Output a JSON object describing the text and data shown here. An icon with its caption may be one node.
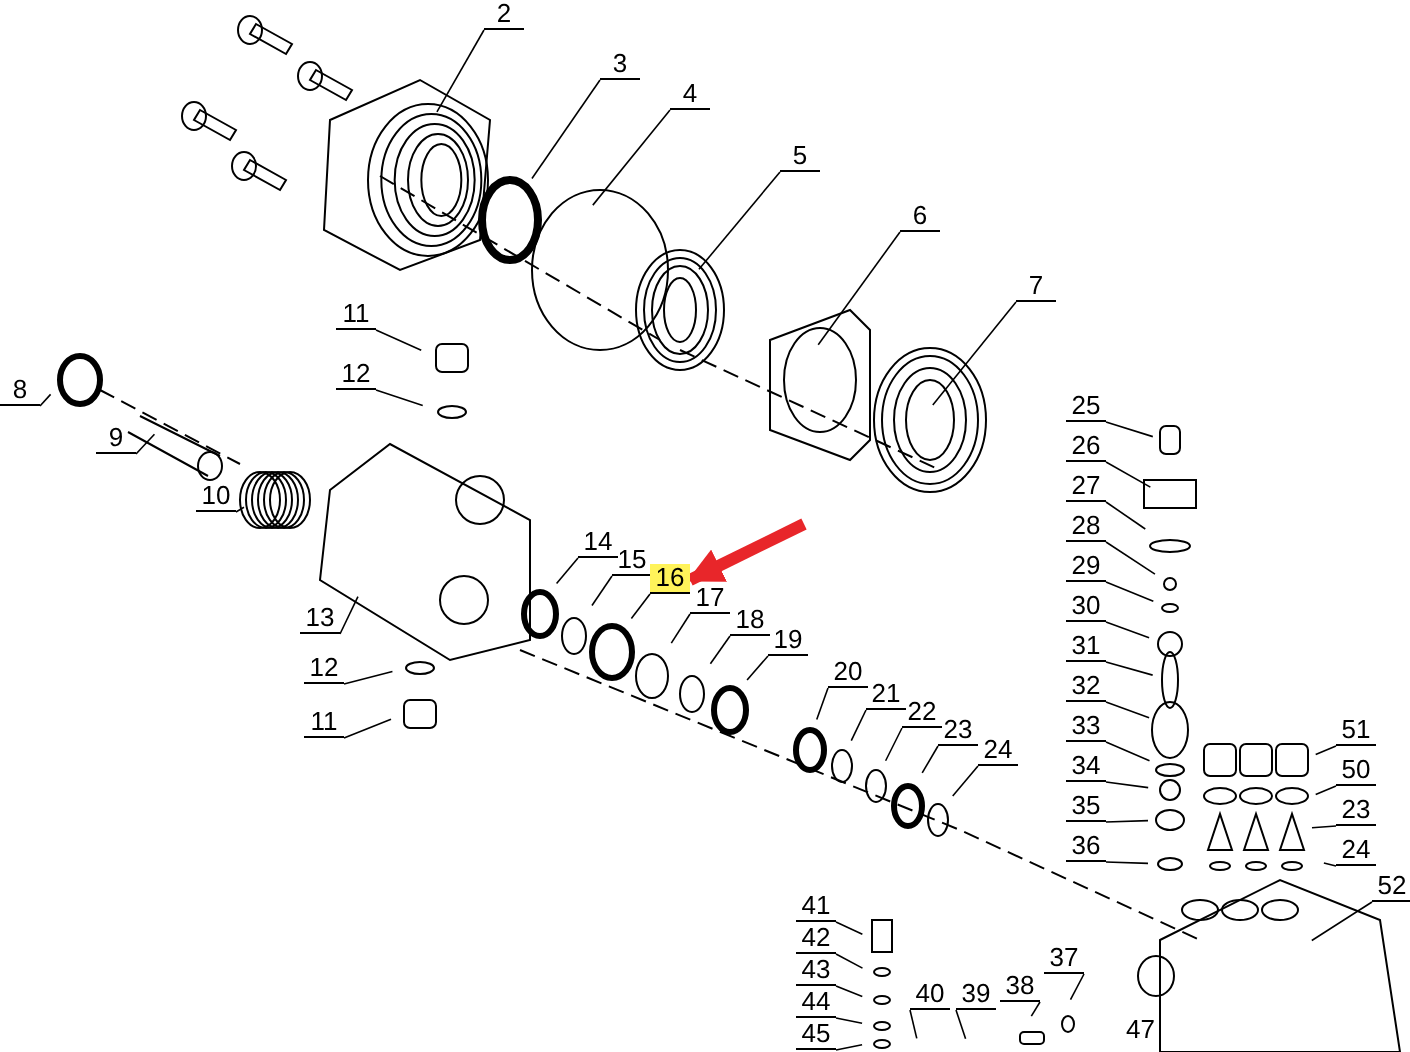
{
  "diagram": {
    "nodes": [
      {
        "text": [
          "2"
        ]
      },
      {
        "text": [
          "3"
        ]
      },
      {
        "text": [
          "4"
        ]
      },
      {
        "text": [
          "5"
        ]
      },
      {
        "text": [
          "6"
        ]
      },
      {
        "text": [
          "7"
        ]
      },
      {
        "text": [
          "8"
        ]
      },
      {
        "text": [
          "9"
        ]
      },
      {
        "text": [
          "10"
        ]
      },
      {
        "text": [
          "11"
        ]
      },
      {
        "text": [
          "12"
        ]
      },
      {
        "text": [
          "13"
        ]
      },
      {
        "text": [
          "12"
        ]
      },
      {
        "text": [
          "11"
        ]
      },
      {
        "text": [
          "14"
        ]
      },
      {
        "text": [
          "15"
        ]
      },
      {
        "text": [
          "16"
        ]
      },
      {
        "text": [
          "17"
        ]
      },
      {
        "text": [
          "18"
        ]
      },
      {
        "text": [
          "19"
        ]
      },
      {
        "text": [
          "20"
        ]
      },
      {
        "text": [
          "21"
        ]
      },
      {
        "text": [
          "22"
        ]
      },
      {
        "text": [
          "23"
        ]
      },
      {
        "text": [
          "24"
        ]
      },
      {
        "text": [
          "25"
        ]
      },
      {
        "text": [
          "26"
        ]
      },
      {
        "text": [
          "27"
        ]
      },
      {
        "text": [
          "28"
        ]
      },
      {
        "text": [
          "29"
        ]
      },
      {
        "text": [
          "30"
        ]
      },
      {
        "text": [
          "31"
        ]
      },
      {
        "text": [
          "32"
        ]
      },
      {
        "text": [
          "33"
        ]
      },
      {
        "text": [
          "34"
        ]
      },
      {
        "text": [
          "35"
        ]
      },
      {
        "text": [
          "36"
        ]
      },
      {
        "text": [
          "51"
        ]
      },
      {
        "text": [
          "50"
        ]
      },
      {
        "text": [
          "23"
        ]
      },
      {
        "text": [
          "24"
        ]
      },
      {
        "text": [
          "52"
        ]
      },
      {
        "text": [
          "41"
        ]
      },
      {
        "text": [
          "42"
        ]
      },
      {
        "text": [
          "43"
        ]
      },
      {
        "text": [
          "44"
        ]
      },
      {
        "text": [
          "45"
        ]
      },
      {
        "text": [
          "40"
        ]
      },
      {
        "text": [
          "39"
        ]
      },
      {
        "text": [
          "38"
        ]
      },
      {
        "text": [
          "37"
        ]
      }
    ],
    "edges": [
      {
        "from": 0,
        "to": null,
        "arrow": "none"
      },
      {
        "from": 1,
        "to": null,
        "arrow": "none"
      },
      {
        "from": 2,
        "to": null,
        "arrow": "none"
      },
      {
        "from": 3,
        "to": null,
        "arrow": "none"
      },
      {
        "from": 4,
        "to": null,
        "arrow": "none"
      },
      {
        "from": 5,
        "to": null,
        "arrow": "none"
      },
      {
        "from": 6,
        "to": null,
        "arrow": "none"
      },
      {
        "from": 7,
        "to": null,
        "arrow": "none"
      },
      {
        "from": 8,
        "to": null,
        "arrow": "none"
      },
      {
        "from": 9,
        "to": null,
        "arrow": "none"
      },
      {
        "from": 10,
        "to": null,
        "arrow": "none"
      },
      {
        "from": 11,
        "to": null,
        "arrow": "none"
      },
      {
        "from": 12,
        "to": null,
        "arrow": "none"
      },
      {
        "from": 13,
        "to": null,
        "arrow": "none"
      },
      {
        "from": 14,
        "to": null,
        "arrow": "none"
      },
      {
        "from": 15,
        "to": null,
        "arrow": "none"
      },
      {
        "from": 16,
        "to": null,
        "arrow": "none"
      },
      {
        "from": 17,
        "to": null,
        "arrow": "none"
      },
      {
        "from": 18,
        "to": null,
        "arrow": "none"
      },
      {
        "from": 19,
        "to": null,
        "arrow": "none"
      },
      {
        "from": 20,
        "to": null,
        "arrow": "none"
      },
      {
        "from": 21,
        "to": null,
        "arrow": "none"
      },
      {
        "from": 22,
        "to": null,
        "arrow": "none"
      },
      {
        "from": 23,
        "to": null,
        "arrow": "none"
      },
      {
        "from": 24,
        "to": null,
        "arrow": "none"
      },
      {
        "from": 25,
        "to": null,
        "arrow": "none"
      },
      {
        "from": 26,
        "to": null,
        "arrow": "none"
      },
      {
        "from": 27,
        "to": null,
        "arrow": "none"
      },
      {
        "from": 28,
        "to": null,
        "arrow": "none"
      },
      {
        "from": 29,
        "to": null,
        "arrow": "none"
      },
      {
        "from": 30,
        "to": null,
        "arrow": "none"
      },
      {
        "from": 31,
        "to": null,
        "arrow": "none"
      },
      {
        "from": 32,
        "to": null,
        "arrow": "none"
      },
      {
        "from": 33,
        "to": null,
        "arrow": "none"
      },
      {
        "from": 34,
        "to": null,
        "arrow": "none"
      },
      {
        "from": 35,
        "to": null,
        "arrow": "none"
      },
      {
        "from": 36,
        "to": null,
        "arrow": "none"
      },
      {
        "from": 37,
        "to": null,
        "arrow": "none"
      },
      {
        "from": 38,
        "to": null,
        "arrow": "none"
      },
      {
        "from": 39,
        "to": null,
        "arrow": "none"
      },
      {
        "from": 40,
        "to": null,
        "arrow": "none"
      },
      {
        "from": 41,
        "to": null,
        "arrow": "none"
      },
      {
        "from": 42,
        "to": null,
        "arrow": "none"
      },
      {
        "from": 43,
        "to": null,
        "arrow": "none"
      },
      {
        "from": 44,
        "to": null,
        "arrow": "none"
      },
      {
        "from": 45,
        "to": null,
        "arrow": "none"
      },
      {
        "from": 46,
        "to": null,
        "arrow": "none"
      },
      {
        "from": 47,
        "to": null,
        "arrow": "none"
      },
      {
        "from": 48,
        "to": null,
        "arrow": "none"
      },
      {
        "from": 49,
        "to": null,
        "arrow": "none"
      },
      {
        "from": 50,
        "to": null,
        "arrow": "none"
      },
      {
        "from": null,
        "to": 16,
        "arrow": "to",
        "style": "thick",
        "color": "#e8262a"
      }
    ],
    "labels": [
      "47"
    ]
  }
}
